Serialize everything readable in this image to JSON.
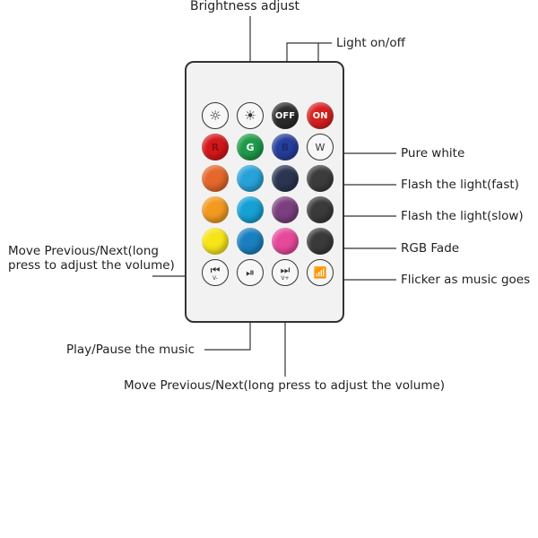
{
  "annotations": {
    "brightness": "Brightness adjust",
    "light_onoff": "Light on/off",
    "pure_white": "Pure white",
    "flash_fast": "Flash the light(fast)",
    "flash_slow": "Flash the light(slow)",
    "rgb_fade": "RGB Fade",
    "flicker": "Flicker as music goes",
    "move_left": "Move Previous/Next(long press to adjust the volume)",
    "play_pause": "Play/Pause the music",
    "move_bottom": "Move Previous/Next(long press to adjust the volume)"
  },
  "remote": {
    "row1": [
      {
        "kind": "outline",
        "glyph": "☼",
        "icon": "brightness-down-icon"
      },
      {
        "kind": "outline",
        "glyph": "☀",
        "icon": "brightness-up-icon"
      },
      {
        "kind": "color",
        "label": "OFF",
        "color": "#2b2b2b"
      },
      {
        "kind": "color",
        "label": "ON",
        "color": "#d8201f"
      }
    ],
    "row2": [
      {
        "kind": "color",
        "label": "R",
        "color": "#d4171b"
      },
      {
        "kind": "color",
        "label": "G",
        "color": "#1f9a4a"
      },
      {
        "kind": "color",
        "label": "B",
        "color": "#263e9c"
      },
      {
        "kind": "outline",
        "label": "W"
      }
    ],
    "row3": [
      "#e5672a",
      "#27a2d8",
      "#2b3550",
      "#3c3c3c"
    ],
    "row4": [
      "#f29a20",
      "#16a0d4",
      "#7b3f7f",
      "#3a3a3a"
    ],
    "row5": [
      "#f6e519",
      "#1a7fbf",
      "#e6489a",
      "#3a3a3a"
    ],
    "row6": [
      {
        "glyph": "⏮",
        "sub": "V-",
        "icon": "previous-icon"
      },
      {
        "glyph": "⏯",
        "sub": "",
        "icon": "play-pause-icon"
      },
      {
        "glyph": "⏭",
        "sub": "V+",
        "icon": "next-icon"
      },
      {
        "glyph": "📶",
        "sub": "",
        "icon": "music-bars-icon"
      }
    ],
    "dark_button_labels": [
      "",
      "",
      "",
      ""
    ]
  }
}
